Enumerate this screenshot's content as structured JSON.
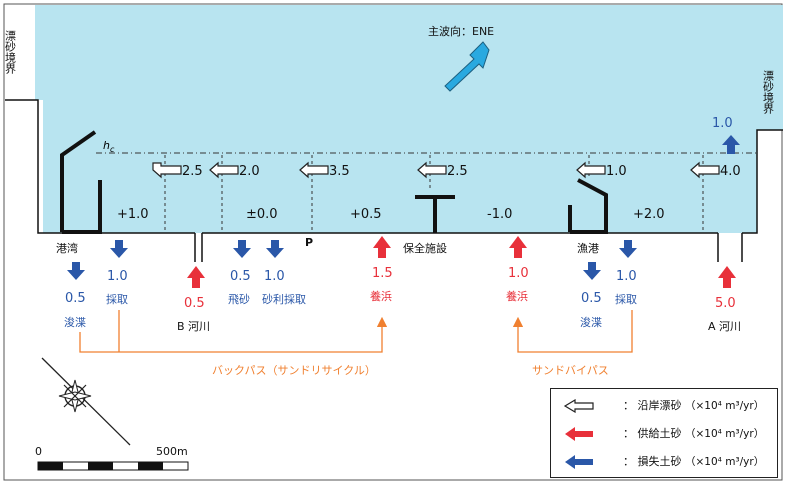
{
  "wave": {
    "label": "主波向：ENE"
  },
  "boundary": {
    "left": "漂砂境界",
    "right": "漂砂境界"
  },
  "depth_label": {
    "main": "h",
    "sub": "c"
  },
  "p_label": "P",
  "longshore": [
    "2.5",
    "2.0",
    "3.5",
    "2.5",
    "1.0",
    "4.0"
  ],
  "cell_balance": [
    "+1.0",
    "±0.0",
    "+0.5",
    "-1.0",
    "+2.0"
  ],
  "structures": {
    "port": "港湾",
    "facility": "保全施設",
    "fishing_port": "漁港"
  },
  "offshore_loss": "1.0",
  "port_items": [
    {
      "value": "0.5",
      "label": "浚渫"
    },
    {
      "value": "1.0",
      "label": "採取"
    }
  ],
  "river_b": {
    "value": "0.5",
    "label": "B 河川"
  },
  "middle_items": [
    {
      "value": "0.5",
      "label": "飛砂"
    },
    {
      "value": "1.0",
      "label": "砂利採取"
    }
  ],
  "nourish_left": {
    "value": "1.5",
    "label": "養浜"
  },
  "nourish_right": {
    "value": "1.0",
    "label": "養浜"
  },
  "fishing_items": [
    {
      "value": "0.5",
      "label": "浚渫"
    },
    {
      "value": "1.0",
      "label": "採取"
    }
  ],
  "river_a": {
    "value": "5.0",
    "label": "A 河川"
  },
  "bypass": {
    "back_pass": "バックパス（サンドリサイクル）",
    "sand_bypass": "サンドバイパス"
  },
  "scale": {
    "start": "0",
    "end": "500m"
  },
  "legend": [
    {
      "icon": "white-arrow-icon",
      "text": "：  沿岸漂砂",
      "unit": "（×10⁴ m³/yr）"
    },
    {
      "icon": "red-arrow-icon",
      "text": "：  供給土砂",
      "unit": "（×10⁴ m³/yr）"
    },
    {
      "icon": "blue-arrow-icon",
      "text": "：  損失土砂",
      "unit": "（×10⁴ m³/yr）"
    }
  ],
  "colors": {
    "sea": "#b8e4f0",
    "supply": "#e8303a",
    "loss": "#2a57a8",
    "path": "#f08030",
    "wave_arrow": "#29a9e0"
  }
}
